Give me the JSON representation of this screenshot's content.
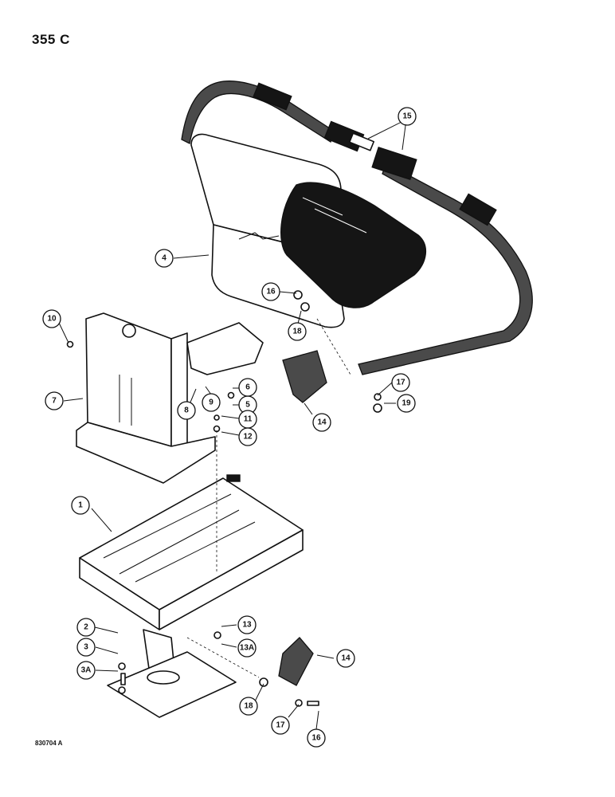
{
  "header": {
    "page_code": "355 C"
  },
  "footer": {
    "figure_id": "830704 A"
  },
  "callouts": [
    {
      "id": "c1",
      "label": "1"
    },
    {
      "id": "c2",
      "label": "2"
    },
    {
      "id": "c3",
      "label": "3"
    },
    {
      "id": "c3a",
      "label": "3A"
    },
    {
      "id": "c4",
      "label": "4"
    },
    {
      "id": "c5",
      "label": "5"
    },
    {
      "id": "c6",
      "label": "6"
    },
    {
      "id": "c7",
      "label": "7"
    },
    {
      "id": "c8",
      "label": "8"
    },
    {
      "id": "c9",
      "label": "9"
    },
    {
      "id": "c10",
      "label": "10"
    },
    {
      "id": "c11",
      "label": "11"
    },
    {
      "id": "c12",
      "label": "12"
    },
    {
      "id": "c13",
      "label": "13"
    },
    {
      "id": "c13a",
      "label": "13A"
    },
    {
      "id": "c14a",
      "label": "14"
    },
    {
      "id": "c14b",
      "label": "14"
    },
    {
      "id": "c15",
      "label": "15"
    },
    {
      "id": "c16a",
      "label": "16"
    },
    {
      "id": "c16b",
      "label": "16"
    },
    {
      "id": "c17a",
      "label": "17"
    },
    {
      "id": "c17b",
      "label": "17"
    },
    {
      "id": "c18a",
      "label": "18"
    },
    {
      "id": "c18b",
      "label": "18"
    },
    {
      "id": "c19",
      "label": "19"
    }
  ]
}
